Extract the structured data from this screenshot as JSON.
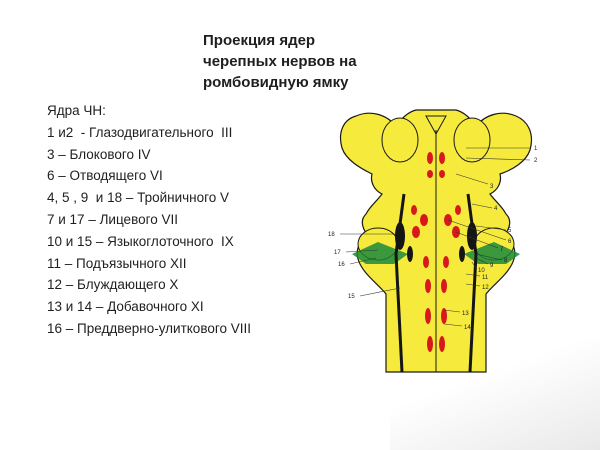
{
  "slide": {
    "title_lines": [
      "Проекция ядер",
      "черепных нервов на",
      "ромбовидную ямку"
    ],
    "legend": {
      "heading": "Ядра ЧН:",
      "items": [
        "1 и2  - Глазодвигательного  III",
        "3 – Блокового IV",
        "6 – Отводящего VI",
        "4, 5 , 9  и 18 – Тройничного V",
        "7 и 17 – Лицевого VII",
        "10 и 15 – Языкоглоточного  IX",
        "11 – Подъязычного XII",
        "12 – Блуждающего X",
        "13 и 14 – Добавочного XI",
        "16 – Преддверно-улиткового VIII"
      ]
    }
  },
  "diagram": {
    "labels_right": [
      "1",
      "2",
      "3",
      "4",
      "5",
      "6",
      "7",
      "8",
      "9",
      "10",
      "11",
      "12",
      "13",
      "14"
    ],
    "labels_left": [
      "18",
      "17",
      "16",
      "15"
    ]
  },
  "colors": {
    "brainstem": "#f6ea3c",
    "outline": "#1a1a1a",
    "nucleus_motor": "#d8191c",
    "nucleus_dark": "#151515",
    "nucleus_sensory": "#1a8a3c",
    "background": "#ffffff"
  }
}
